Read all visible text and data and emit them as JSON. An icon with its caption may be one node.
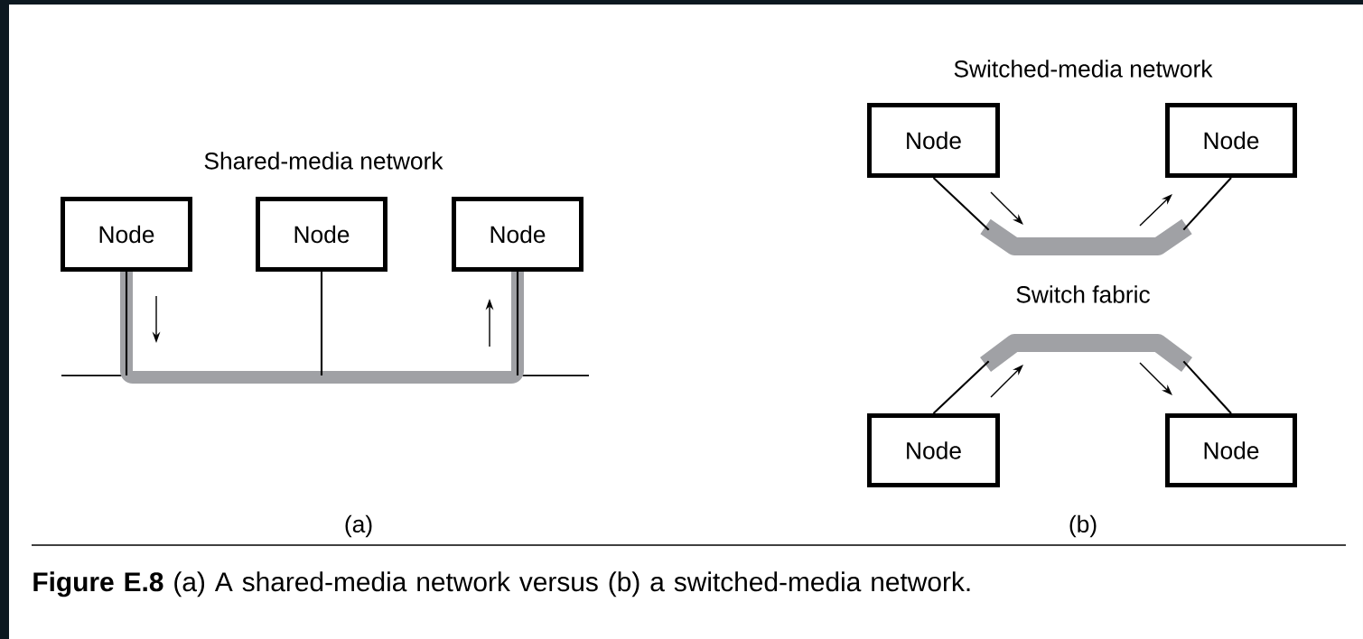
{
  "diagram": {
    "caption": "**Figure E.8** (a) A shared-media network versus (b) a switched-media network.",
    "nodes": [
      {
        "text": [
          "Node"
        ]
      },
      {
        "text": [
          "Node"
        ]
      },
      {
        "text": [
          "Node"
        ]
      },
      {
        "text": [],
        "shape": "bar"
      },
      {
        "text": [
          "Node"
        ]
      },
      {
        "text": [
          "Node"
        ]
      },
      {
        "text": [],
        "shape": "bar"
      },
      {
        "text": [],
        "shape": "bar"
      },
      {
        "text": [
          "Node"
        ]
      },
      {
        "text": [
          "Node"
        ]
      }
    ],
    "edges": [
      {
        "from": 0,
        "to": 2,
        "arrow": "none",
        "style": "thick",
        "color": "#a0a1a5"
      },
      {
        "from": 0,
        "to": 3,
        "arrow": "none"
      },
      {
        "from": 1,
        "to": 3,
        "arrow": "none"
      },
      {
        "from": 2,
        "to": 3,
        "arrow": "none"
      },
      {
        "from": 4,
        "to": 6,
        "arrow": "none"
      },
      {
        "from": 5,
        "to": 6,
        "arrow": "none"
      },
      {
        "from": 8,
        "to": 7,
        "arrow": "none"
      },
      {
        "from": 9,
        "to": 7,
        "arrow": "none"
      }
    ],
    "labels": [
      "Switched-media network",
      "Shared-media network",
      "Switch fabric",
      "(a)",
      "(b)"
    ]
  }
}
